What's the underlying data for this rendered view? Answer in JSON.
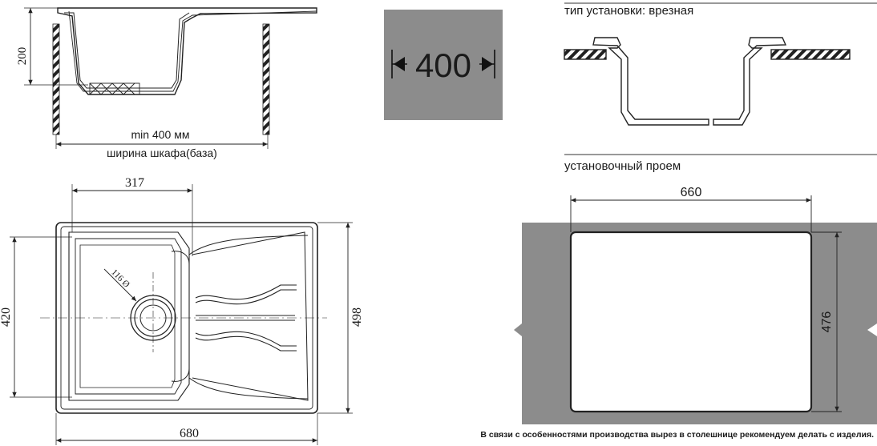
{
  "top_view": {
    "height_label": "200",
    "min_width_label": "min 400 мм",
    "cabinet_label": "ширина шкафа(база)"
  },
  "cabinet_badge": {
    "value": "400",
    "background": "#8c8c8c"
  },
  "install_type": {
    "label": "тип установки: врезная"
  },
  "plan_view": {
    "dim_317": "317",
    "dim_420": "420",
    "dim_498": "498",
    "dim_680": "680",
    "drain_label": "116 Ø"
  },
  "cutout": {
    "title": "установочный проем",
    "width_label": "660",
    "height_label": "476",
    "background": "#8c8c8c"
  },
  "footnote": "В связи с особенностями производства вырез в столешнице рекомендуем делать с изделия."
}
